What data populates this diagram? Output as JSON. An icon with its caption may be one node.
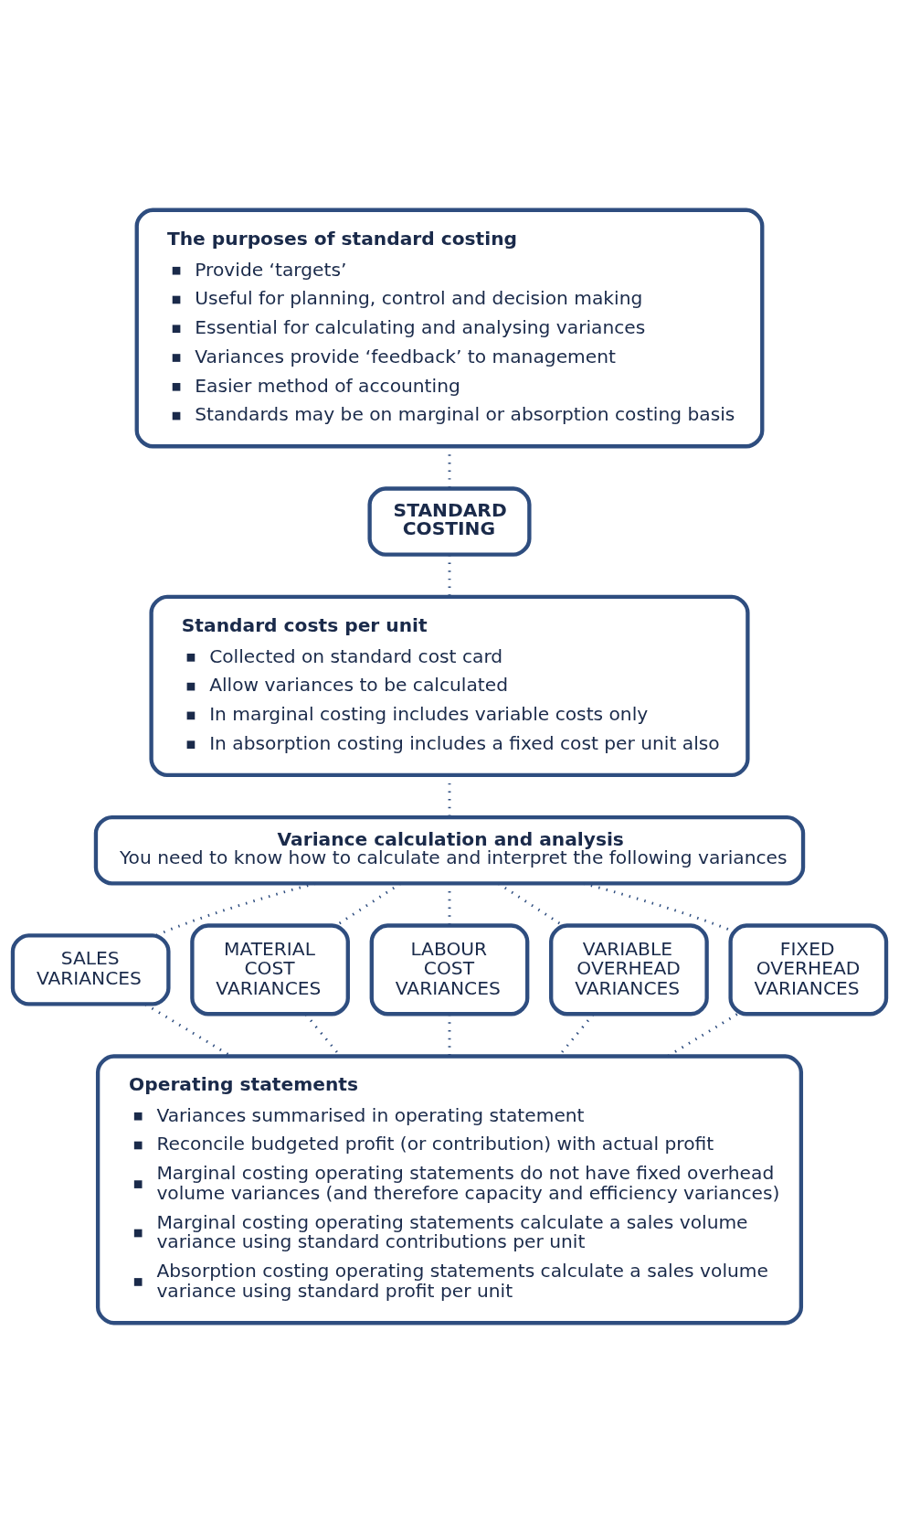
{
  "diagram": {
    "nodes": [
      {
        "text": [
          "The purposes of standard costing",
          "Provide ‘targets’",
          "Useful for planning, control and decision making",
          "Essential for calculating and analysing variances",
          "Variances provide ‘feedback’ to management",
          "Easier method of accounting",
          "Standards may be on marginal or absorption costing basis"
        ]
      },
      {
        "text": [
          "STANDARD COSTING"
        ]
      },
      {
        "text": [
          "Standard costs per unit",
          "Collected on standard cost card",
          "Allow variances to be calculated",
          "In marginal costing includes variable costs only",
          "In absorption costing includes a fixed cost per unit also"
        ]
      },
      {
        "text": [
          "Variance calculation and analysis",
          "You need to know how to calculate and interpret the following variances"
        ]
      },
      {
        "text": [
          "SALES VARIANCES"
        ]
      },
      {
        "text": [
          "MATERIAL COST VARIANCES"
        ]
      },
      {
        "text": [
          "LABOUR COST VARIANCES"
        ]
      },
      {
        "text": [
          "VARIABLE OVERHEAD VARIANCES"
        ]
      },
      {
        "text": [
          "FIXED OVERHEAD VARIANCES"
        ]
      },
      {
        "text": [
          "Operating statements",
          "Variances summarised in operating statement",
          "Reconcile budgeted profit (or contribution) with actual profit",
          "Marginal costing operating statements do not have fixed overhead volume variances (and therefore capacity and efficiency variances)",
          "Marginal costing operating statements calculate a sales volume variance using standard contributions per unit",
          "Absorption costing operating statements calculate a sales volume variance using standard profit per unit"
        ]
      }
    ],
    "edges": [
      {
        "from": 0,
        "to": 1,
        "arrow": "none",
        "style": "dashed"
      },
      {
        "from": 1,
        "to": 2,
        "arrow": "none",
        "style": "dashed"
      },
      {
        "from": 2,
        "to": 3,
        "arrow": "none",
        "style": "dashed"
      },
      {
        "from": 3,
        "to": 4,
        "arrow": "none",
        "style": "dashed"
      },
      {
        "from": 3,
        "to": 5,
        "arrow": "none",
        "style": "dashed"
      },
      {
        "from": 3,
        "to": 6,
        "arrow": "none",
        "style": "dashed"
      },
      {
        "from": 3,
        "to": 7,
        "arrow": "none",
        "style": "dashed"
      },
      {
        "from": 3,
        "to": 8,
        "arrow": "none",
        "style": "dashed"
      },
      {
        "from": 4,
        "to": 9,
        "arrow": "none",
        "style": "dashed"
      },
      {
        "from": 5,
        "to": 9,
        "arrow": "none",
        "style": "dashed"
      },
      {
        "from": 6,
        "to": 9,
        "arrow": "none",
        "style": "dashed"
      },
      {
        "from": 7,
        "to": 9,
        "arrow": "none",
        "style": "dashed"
      },
      {
        "from": 8,
        "to": 9,
        "arrow": "none",
        "style": "dashed"
      }
    ]
  }
}
